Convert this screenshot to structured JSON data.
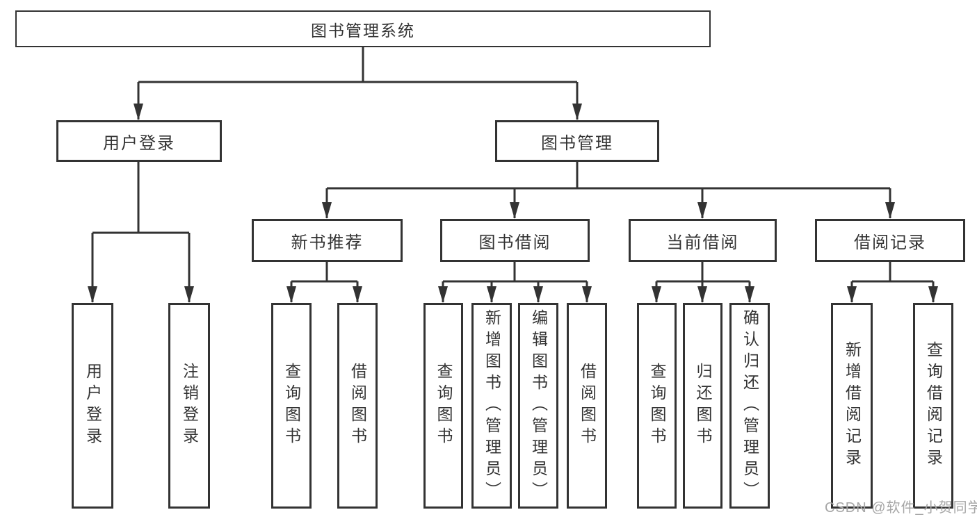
{
  "nodes": {
    "root": "图书管理系统",
    "userLogin": "用户登录",
    "bookMgmt": "图书管理",
    "newBook": "新书推荐",
    "bookBorrow": "图书借阅",
    "currentBorrow": "当前借阅",
    "borrowRecord": "借阅记录",
    "leaves": {
      "login": "用户登录",
      "logout": "注销登录",
      "nbQuery": "查询图书",
      "nbBorrow": "借阅图书",
      "bbQuery": "查询图书",
      "bbAdd": "新增图书（管理员）",
      "bbEdit": "编辑图书（管理员）",
      "bbBorrow": "借阅图书",
      "cbQuery": "查询图书",
      "cbReturn": "归还图书",
      "cbConfirm": "确认归还（管理员）",
      "brAdd": "新增借阅记录",
      "brQuery": "查询借阅记录"
    }
  },
  "watermark": "CSDN @软件_小贺同学",
  "colors": {
    "line": "#333333",
    "text": "#333333",
    "watermark": "#a6a6a6",
    "background": "#ffffff"
  }
}
